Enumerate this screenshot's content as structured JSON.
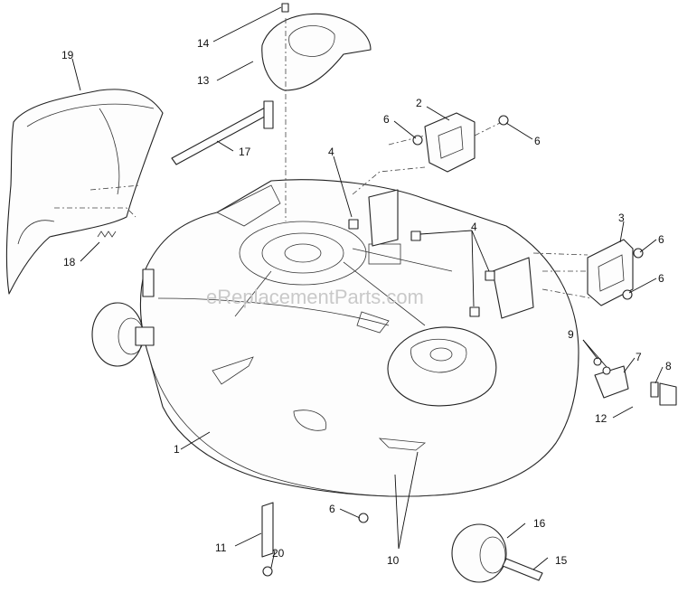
{
  "watermark": "eReplacementParts.com",
  "callouts": [
    {
      "id": "c1",
      "label": "1"
    },
    {
      "id": "c2",
      "label": "2"
    },
    {
      "id": "c3",
      "label": "3"
    },
    {
      "id": "c4a",
      "label": "4"
    },
    {
      "id": "c4b",
      "label": "4"
    },
    {
      "id": "c6a",
      "label": "6"
    },
    {
      "id": "c6b",
      "label": "6"
    },
    {
      "id": "c6c",
      "label": "6"
    },
    {
      "id": "c6d",
      "label": "6"
    },
    {
      "id": "c6e",
      "label": "6"
    },
    {
      "id": "c7",
      "label": "7"
    },
    {
      "id": "c8",
      "label": "8"
    },
    {
      "id": "c9",
      "label": "9"
    },
    {
      "id": "c10",
      "label": "10"
    },
    {
      "id": "c11",
      "label": "11"
    },
    {
      "id": "c12",
      "label": "12"
    },
    {
      "id": "c13",
      "label": "13"
    },
    {
      "id": "c14",
      "label": "14"
    },
    {
      "id": "c15",
      "label": "15"
    },
    {
      "id": "c16",
      "label": "16"
    },
    {
      "id": "c17",
      "label": "17"
    },
    {
      "id": "c18",
      "label": "18"
    },
    {
      "id": "c19",
      "label": "19"
    },
    {
      "id": "c20",
      "label": "20"
    }
  ]
}
